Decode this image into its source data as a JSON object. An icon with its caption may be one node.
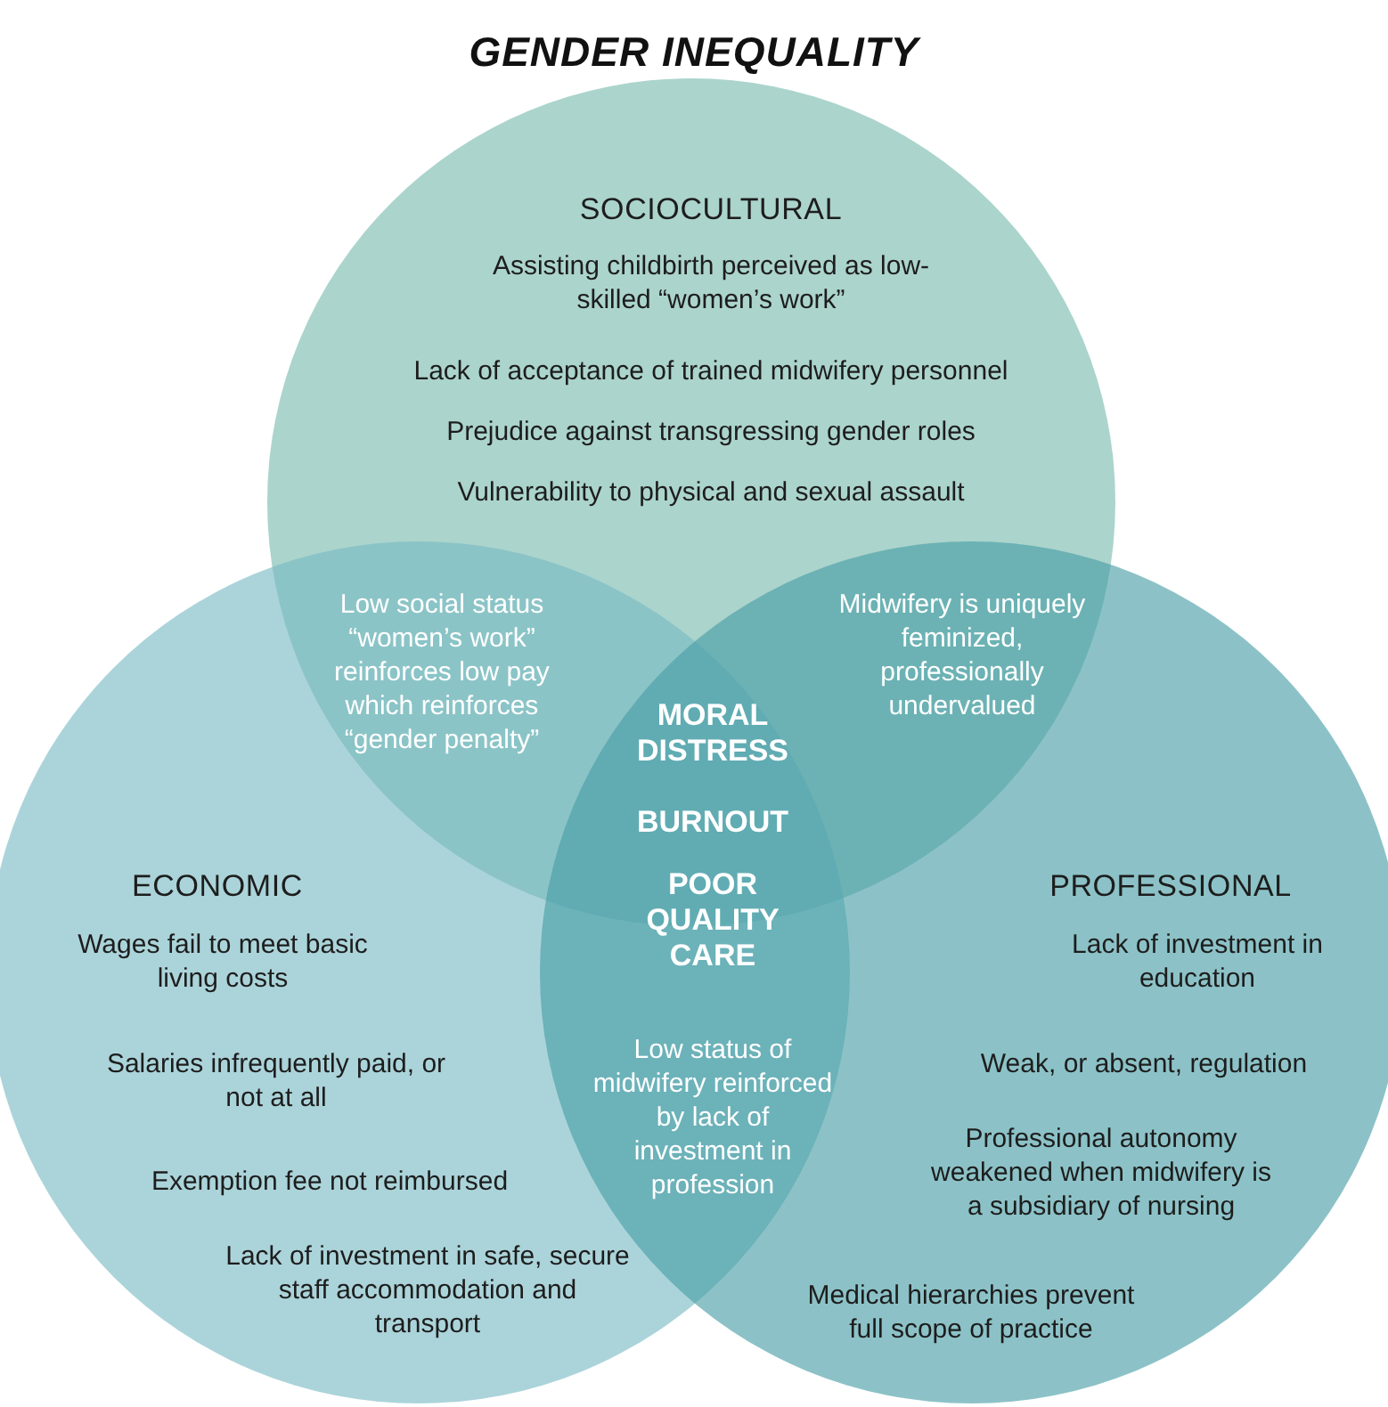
{
  "diagram": {
    "title": "GENDER INEQUALITY",
    "nodes": [
      {
        "text": [
          "SOCIOCULTURAL",
          "Assisting childbirth perceived as low-skilled “women’s work”",
          "Lack of acceptance of trained midwifery personnel",
          "Prejudice against transgressing gender roles",
          "Vulnerability to physical and sexual assault"
        ]
      },
      {
        "text": [
          "ECONOMIC",
          "Wages fail to meet basic living costs",
          "Salaries infrequently paid, or not at all",
          "Exemption fee not reimbursed",
          "Lack of investment in safe, secure staff accommodation and transport"
        ]
      },
      {
        "text": [
          "PROFESSIONAL",
          "Lack of investment in education",
          "Weak, or absent, regulation",
          "Professional autonomy weakened when midwifery is a subsidiary of nursing",
          "Medical hierarchies prevent full scope of practice"
        ]
      },
      {
        "text": [
          "Low social status “women’s work” reinforces low pay which reinforces “gender penalty”"
        ]
      },
      {
        "text": [
          "Midwifery is uniquely feminized, professionally undervalued"
        ]
      },
      {
        "text": [
          "MORAL DISTRESS",
          "BURNOUT",
          "POOR QUALITY CARE"
        ]
      },
      {
        "text": [
          "Low status of midwifery reinforced by lack of investment in profession"
        ]
      }
    ],
    "edges": []
  }
}
